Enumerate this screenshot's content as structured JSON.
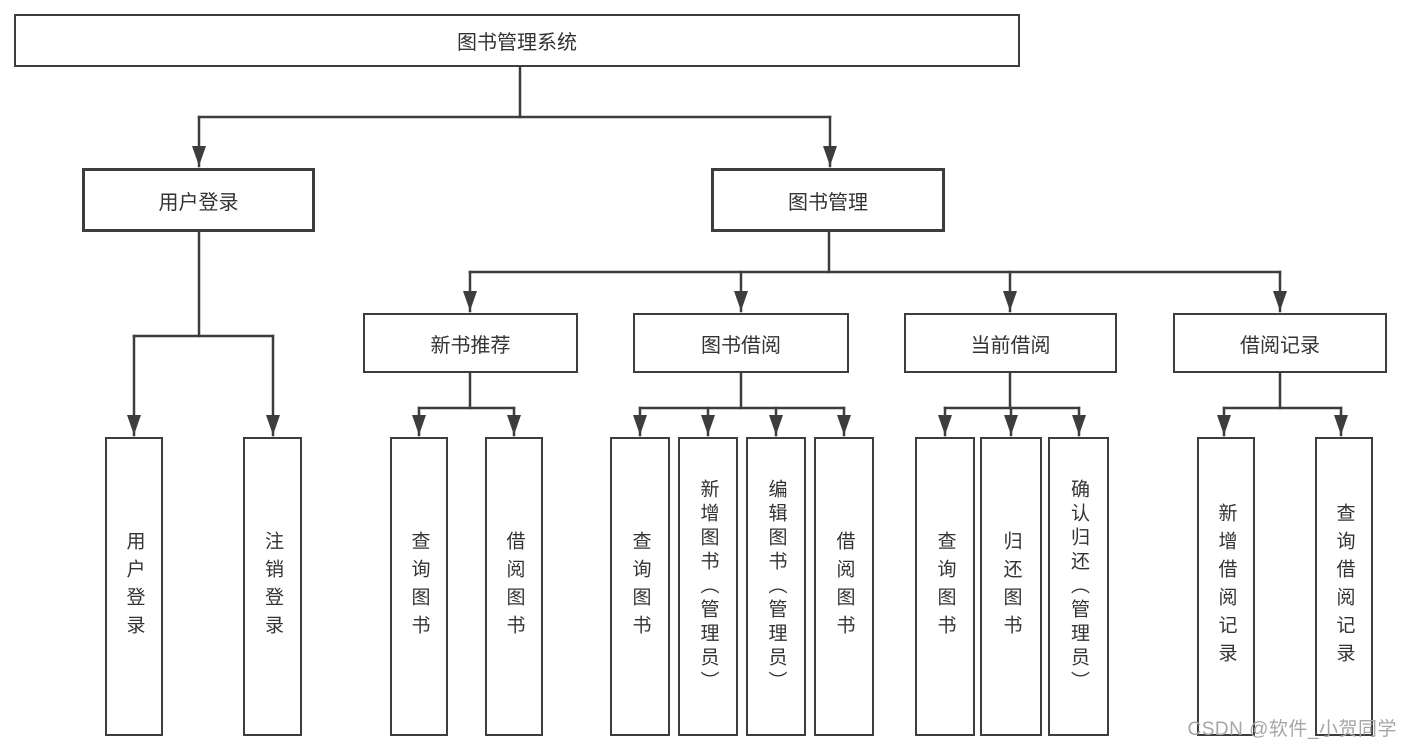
{
  "diagram": {
    "type": "tree",
    "nodes": {
      "root": "图书管理系统",
      "user_login": "用户登录",
      "book_management": "图书管理",
      "new_book_recommend": "新书推荐",
      "book_borrowing": "图书借阅",
      "current_borrowing": "当前借阅",
      "borrowing_records": "借阅记录",
      "leaf_user_login": "用户登录",
      "leaf_logout": "注销登录",
      "leaf_rec_query_books": "查询图书",
      "leaf_rec_borrow_books": "借阅图书",
      "leaf_bb_query_books": "查询图书",
      "leaf_bb_add_books": "新增图书（管理员）",
      "leaf_bb_edit_books": "编辑图书（管理员）",
      "leaf_bb_borrow_books": "借阅图书",
      "leaf_cb_query_books": "查询图书",
      "leaf_cb_return_books": "归还图书",
      "leaf_cb_confirm_return": "确认归还（管理员）",
      "leaf_br_add_record": "新增借阅记录",
      "leaf_br_query_record": "查询借阅记录"
    },
    "edges": [
      [
        "图书管理系统",
        "用户登录"
      ],
      [
        "图书管理系统",
        "图书管理"
      ],
      [
        "用户登录",
        "用户登录"
      ],
      [
        "用户登录",
        "注销登录"
      ],
      [
        "图书管理",
        "新书推荐"
      ],
      [
        "图书管理",
        "图书借阅"
      ],
      [
        "图书管理",
        "当前借阅"
      ],
      [
        "图书管理",
        "借阅记录"
      ],
      [
        "新书推荐",
        "查询图书"
      ],
      [
        "新书推荐",
        "借阅图书"
      ],
      [
        "图书借阅",
        "查询图书"
      ],
      [
        "图书借阅",
        "新增图书（管理员）"
      ],
      [
        "图书借阅",
        "编辑图书（管理员）"
      ],
      [
        "图书借阅",
        "借阅图书"
      ],
      [
        "当前借阅",
        "查询图书"
      ],
      [
        "当前借阅",
        "归还图书"
      ],
      [
        "当前借阅",
        "确认归还（管理员）"
      ],
      [
        "借阅记录",
        "新增借阅记录"
      ],
      [
        "借阅记录",
        "查询借阅记录"
      ]
    ]
  },
  "watermark": {
    "text": "CSDN @软件_小贺同学"
  },
  "colors": {
    "line": "#3d3d3d",
    "border": "#3d3d3d",
    "text": "#333333",
    "watermark": "#a6a6a6",
    "background": "#ffffff"
  }
}
